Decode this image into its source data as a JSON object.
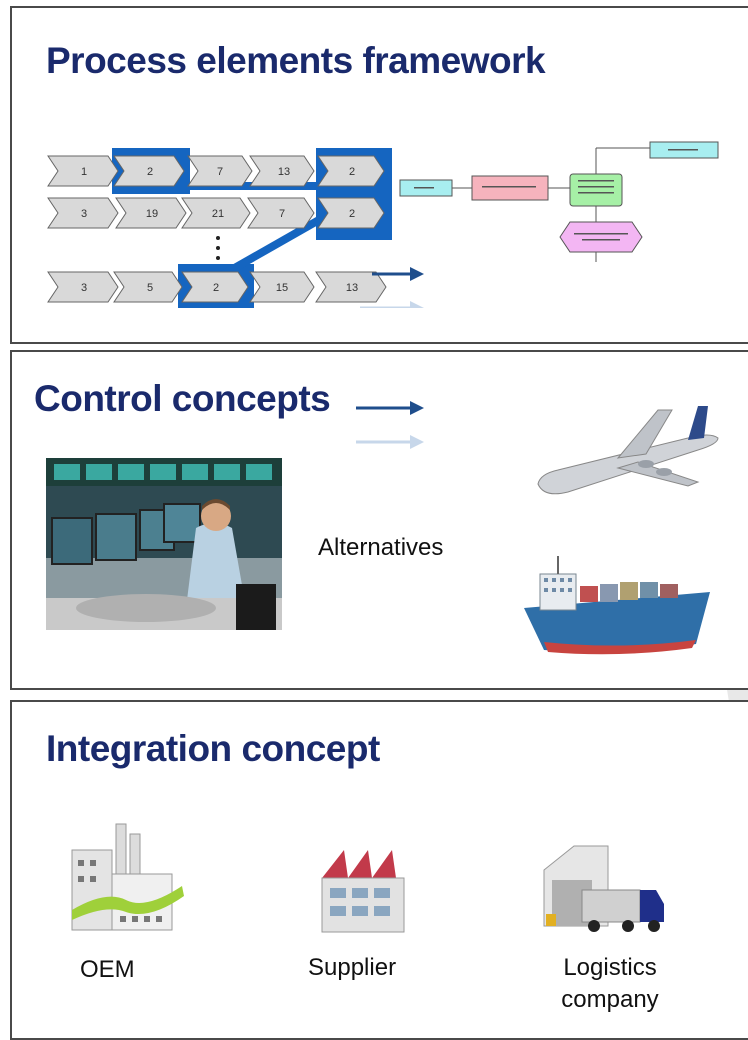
{
  "panels": {
    "process": {
      "title": "Process elements framework",
      "rows": [
        [
          "1",
          "2",
          "7",
          "13",
          "2"
        ],
        [
          "3",
          "19",
          "21",
          "7",
          "2"
        ],
        [
          "3",
          "5",
          "2",
          "15",
          "13"
        ]
      ]
    },
    "control": {
      "title": "Control concepts",
      "alternatives_label": "Alternatives"
    },
    "integration": {
      "title": "Integration concept",
      "oem_label": "OEM",
      "supplier_label": "Supplier",
      "logistics_line1": "Logistics",
      "logistics_line2": "company"
    }
  },
  "colors": {
    "title": "#1a2a6c",
    "highlight": "#1565c0",
    "chevron": "#d9d9d9",
    "arrow_dark": "#1f4e8c",
    "arrow_light": "#c7d7ea",
    "border": "#4a4a4a"
  }
}
